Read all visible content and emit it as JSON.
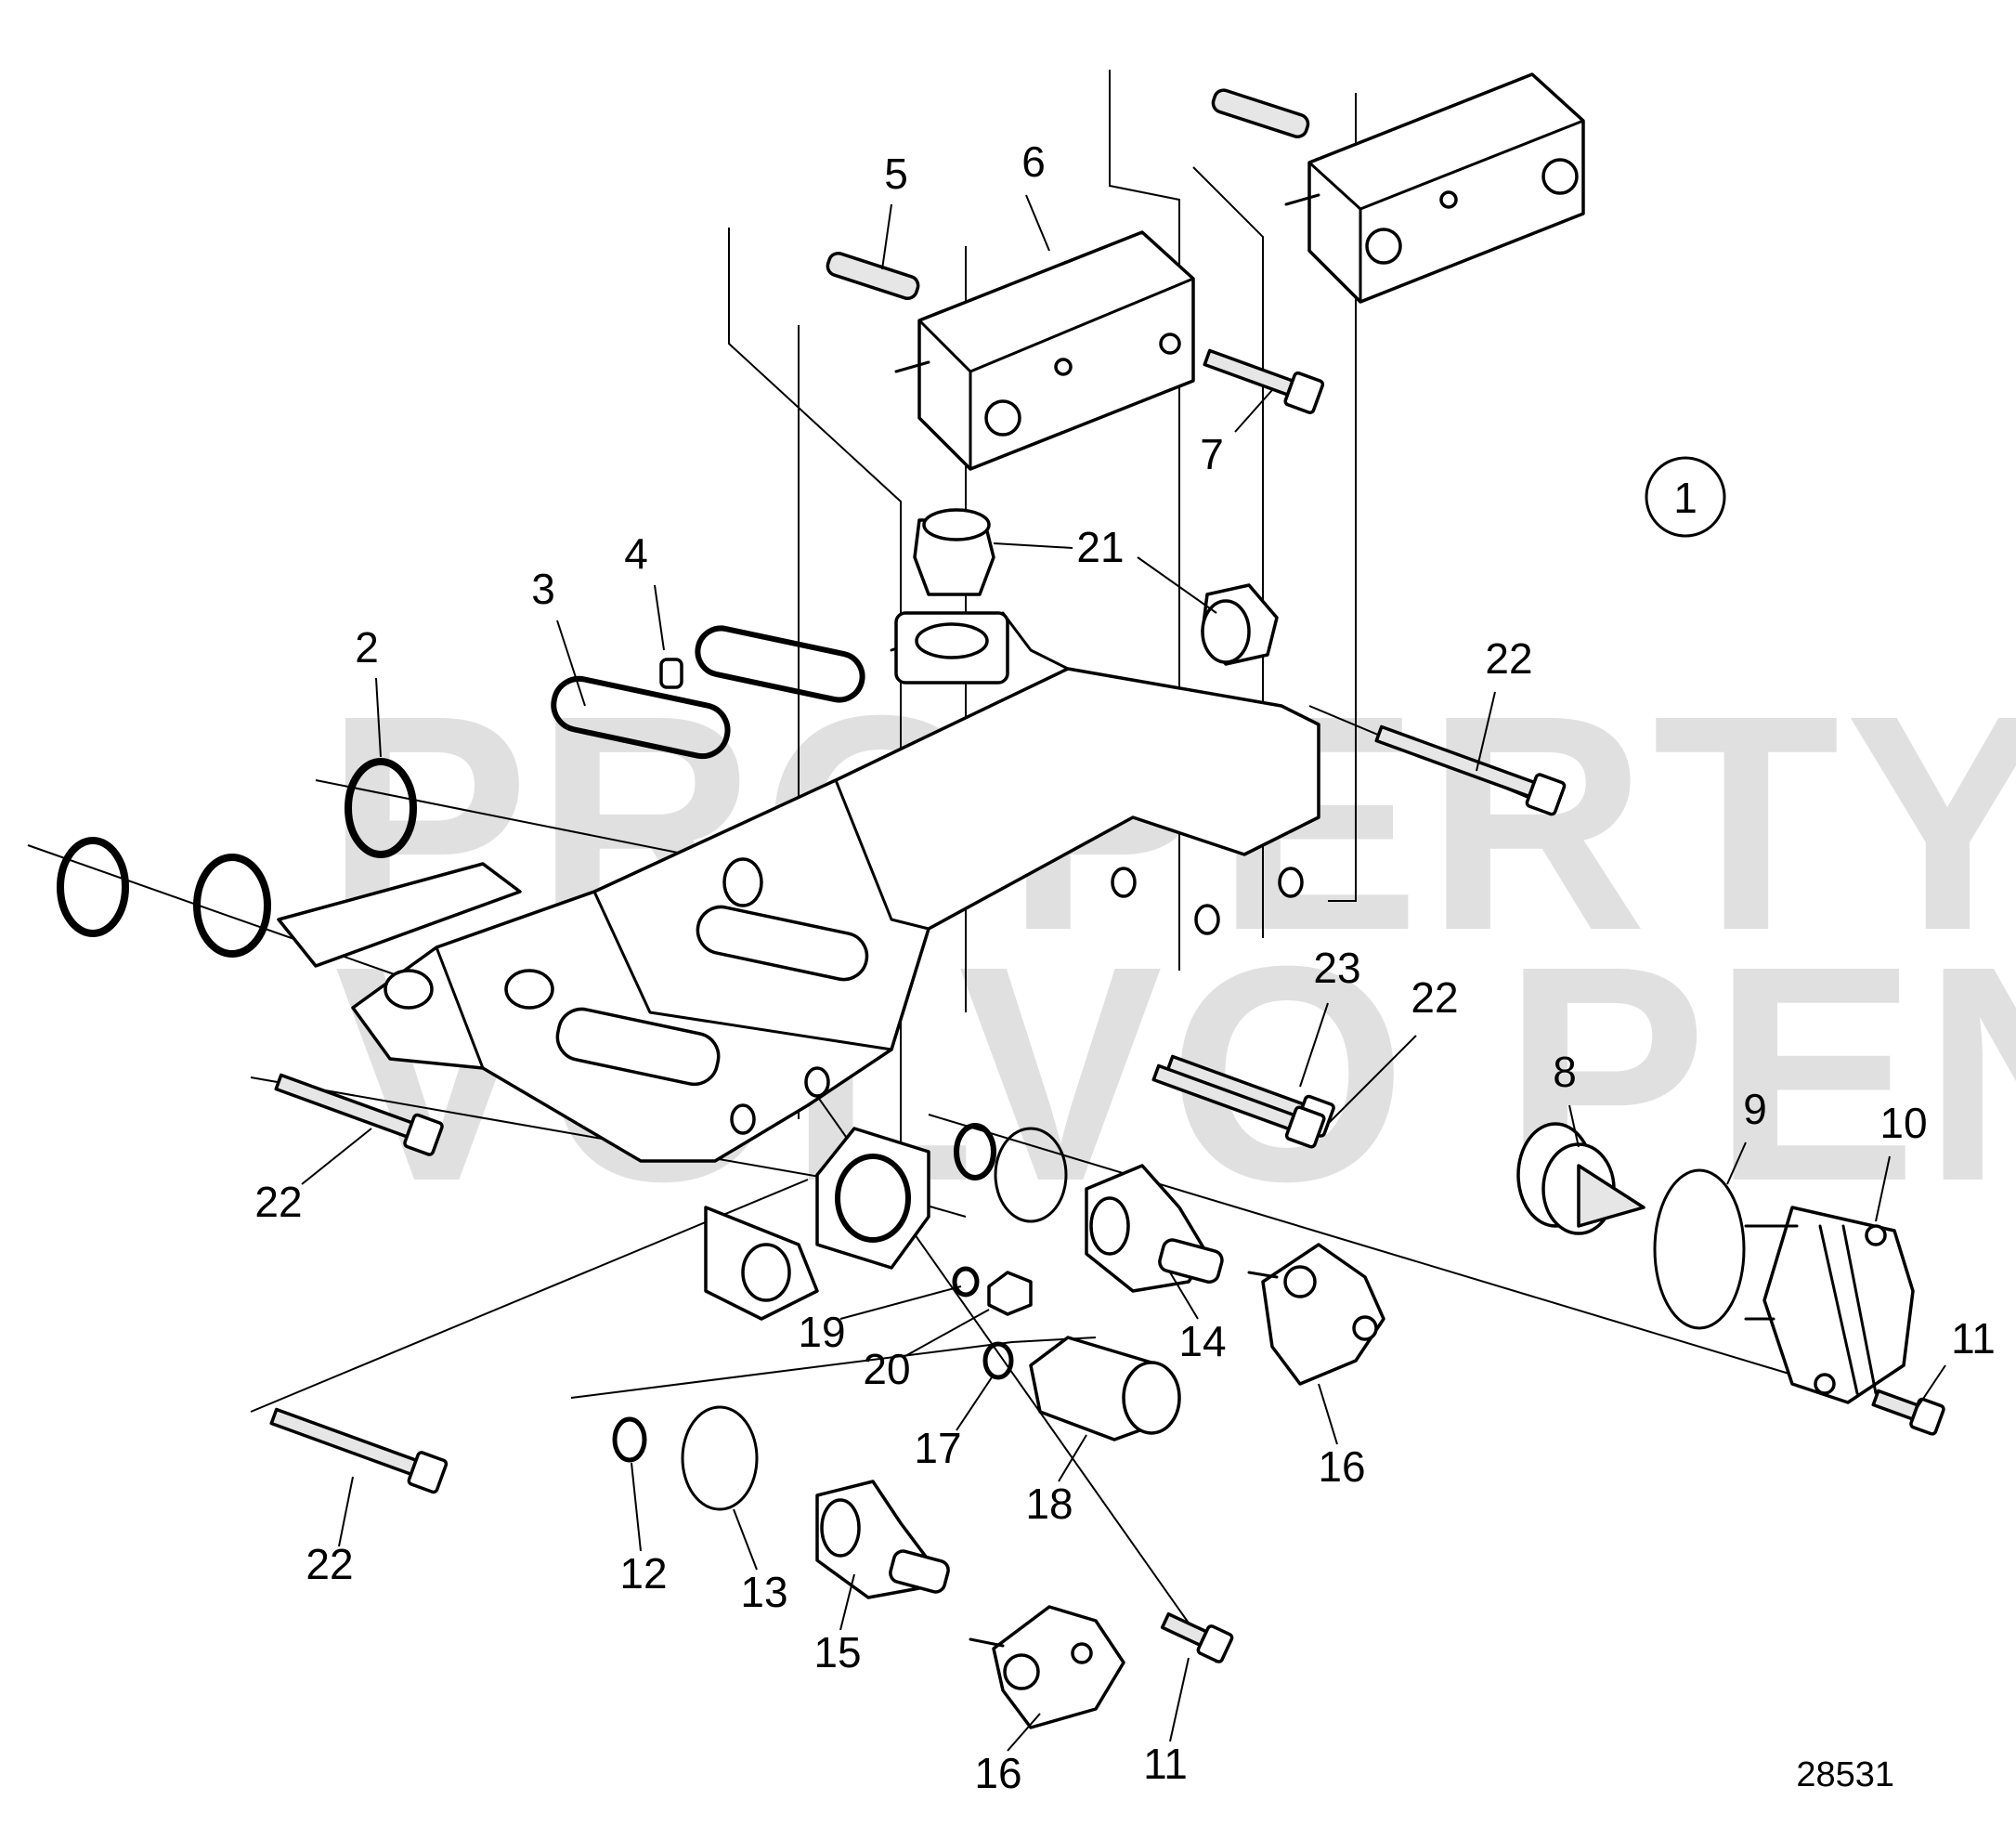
{
  "diagram": {
    "view_number": "1",
    "drawing_number": "28531",
    "watermark": [
      "PROPERTY OF",
      "VOLVO PENTA"
    ],
    "callouts": [
      "2",
      "3",
      "4",
      "5",
      "6",
      "7",
      "21",
      "21",
      "22",
      "23",
      "22",
      "8",
      "9",
      "10",
      "11",
      "22",
      "19",
      "20",
      "14",
      "16",
      "17",
      "18",
      "22",
      "12",
      "13",
      "15",
      "16",
      "11"
    ]
  }
}
